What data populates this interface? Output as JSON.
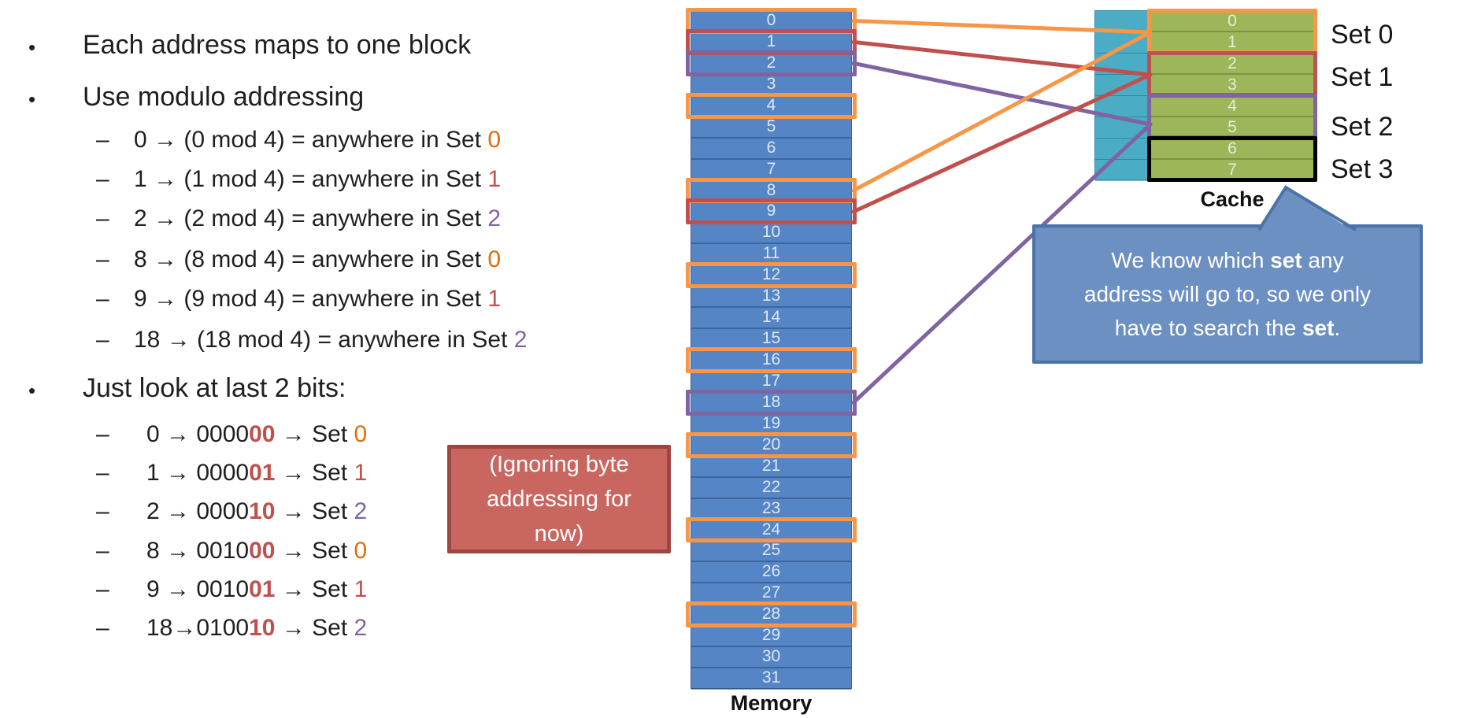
{
  "left_panel": {
    "bullet_char": "•",
    "dash_char": "–",
    "bullet1": "Each address maps to one block",
    "bullet2": "Use modulo addressing",
    "bullet3": "Just look at last 2 bits:",
    "modulo_items": [
      {
        "lead": "0 → (0 mod 4) = anywhere in Set ",
        "set": "0",
        "set_color": "#E36C0A"
      },
      {
        "lead": "1 → (1 mod 4) = anywhere in Set ",
        "set": "1",
        "set_color": "#C0504D"
      },
      {
        "lead": "2 → (2 mod 4) = anywhere in Set ",
        "set": "2",
        "set_color": "#8064A2"
      },
      {
        "lead": "8 → (8 mod 4) = anywhere in Set ",
        "set": "0",
        "set_color": "#E36C0A"
      },
      {
        "lead": "9 → (9 mod 4) = anywhere in Set ",
        "set": "1",
        "set_color": "#C0504D"
      },
      {
        "lead": "18 → (18 mod 4) = anywhere in Set ",
        "set": "2",
        "set_color": "#8064A2"
      }
    ],
    "bits_items": [
      {
        "lead": "0 → 0000",
        "bits": "00",
        "tail": " → Set ",
        "set": "0",
        "set_color": "#E36C0A"
      },
      {
        "lead": "1 → 0000",
        "bits": "01",
        "tail": " → Set ",
        "set": "1",
        "set_color": "#C0504D"
      },
      {
        "lead": "2 → 0000",
        "bits": "10",
        "tail": " → Set ",
        "set": "2",
        "set_color": "#8064A2"
      },
      {
        "lead": "8 → 0010",
        "bits": "00",
        "tail": " → Set ",
        "set": "0",
        "set_color": "#E36C0A"
      },
      {
        "lead": "9 → 0010",
        "bits": "01",
        "tail": " → Set ",
        "set": "1",
        "set_color": "#C0504D"
      },
      {
        "lead": "18→0100",
        "bits": "10",
        "tail": " → Set ",
        "set": "2",
        "set_color": "#8064A2"
      }
    ],
    "bits_bold_color": "#C0504D"
  },
  "memory": {
    "label": "Memory",
    "blocks": [
      {
        "n": "0",
        "hl": "#F79646"
      },
      {
        "n": "1",
        "hl": "#C0504D"
      },
      {
        "n": "2",
        "hl": "#8064A2"
      },
      {
        "n": "3",
        "hl": null
      },
      {
        "n": "4",
        "hl": "#F79646"
      },
      {
        "n": "5",
        "hl": null
      },
      {
        "n": "6",
        "hl": null
      },
      {
        "n": "7",
        "hl": null
      },
      {
        "n": "8",
        "hl": "#F79646"
      },
      {
        "n": "9",
        "hl": "#C0504D"
      },
      {
        "n": "10",
        "hl": null
      },
      {
        "n": "11",
        "hl": null
      },
      {
        "n": "12",
        "hl": "#F79646"
      },
      {
        "n": "13",
        "hl": null
      },
      {
        "n": "14",
        "hl": null
      },
      {
        "n": "15",
        "hl": null
      },
      {
        "n": "16",
        "hl": "#F79646"
      },
      {
        "n": "17",
        "hl": null
      },
      {
        "n": "18",
        "hl": "#8064A2"
      },
      {
        "n": "19",
        "hl": null
      },
      {
        "n": "20",
        "hl": "#F79646"
      },
      {
        "n": "21",
        "hl": null
      },
      {
        "n": "22",
        "hl": null
      },
      {
        "n": "23",
        "hl": null
      },
      {
        "n": "24",
        "hl": "#F79646"
      },
      {
        "n": "25",
        "hl": null
      },
      {
        "n": "26",
        "hl": null
      },
      {
        "n": "27",
        "hl": null
      },
      {
        "n": "28",
        "hl": "#F79646"
      },
      {
        "n": "29",
        "hl": null
      },
      {
        "n": "30",
        "hl": null
      },
      {
        "n": "31",
        "hl": null
      }
    ]
  },
  "cache": {
    "label": "Cache",
    "blocks": [
      "0",
      "1",
      "2",
      "3",
      "4",
      "5",
      "6",
      "7"
    ],
    "sets": [
      {
        "label": "Set 0",
        "color": "#F79646"
      },
      {
        "label": "Set 1",
        "color": "#C0504D"
      },
      {
        "label": "Set 2",
        "color": "#8064A2"
      },
      {
        "label": "Set 3",
        "color": "#000000"
      }
    ]
  },
  "mappings": [
    {
      "from_block": 0,
      "to_set": 0,
      "color": "#F79646"
    },
    {
      "from_block": 1,
      "to_set": 1,
      "color": "#C0504D"
    },
    {
      "from_block": 2,
      "to_set": 2,
      "color": "#8064A2"
    },
    {
      "from_block": 8,
      "to_set": 0,
      "color": "#F79646"
    },
    {
      "from_block": 9,
      "to_set": 1,
      "color": "#C0504D"
    },
    {
      "from_block": 18,
      "to_set": 2,
      "color": "#8064A2"
    }
  ],
  "callouts": {
    "ignoring": {
      "lines": [
        "(Ignoring byte",
        "addressing for",
        "now)"
      ],
      "fill": "#C9665F",
      "border": "#9C4742"
    },
    "bubble": {
      "lines": [
        [
          {
            "t": "We know which "
          },
          {
            "t": "set",
            "b": true
          },
          {
            "t": " any"
          }
        ],
        [
          {
            "t": "address will go to, so we only"
          }
        ],
        [
          {
            "t": "have to search the "
          },
          {
            "t": "set",
            "b": true
          },
          {
            "t": "."
          }
        ]
      ],
      "fill": "#6B90C1",
      "border": "#4A74A8"
    }
  },
  "colors": {
    "memory_fill": "#5585C4",
    "memory_edge": "#3E649C",
    "cyan_fill": "#4BACC6",
    "cyan_edge": "#3191AC",
    "green_fill": "#9CB659",
    "green_edge": "#7A9440"
  }
}
